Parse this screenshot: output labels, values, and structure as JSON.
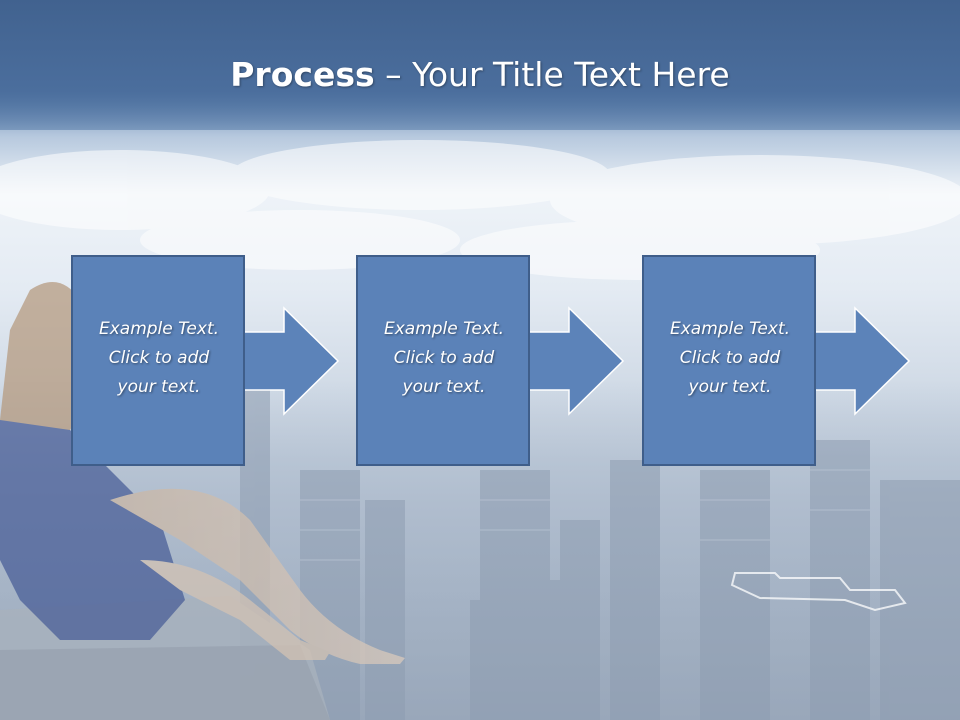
{
  "slide": {
    "title_bold": "Process",
    "title_rest": " – Your Title Text Here",
    "steps": [
      {
        "line1": "Example Text.",
        "line2": "Click  to add",
        "line3": "your text."
      },
      {
        "line1": "Example Text.",
        "line2": "Click  to add",
        "line3": "your text."
      },
      {
        "line1": "Example Text.",
        "line2": "Click  to add",
        "line3": "your text."
      }
    ]
  },
  "colors": {
    "title_band": "#41628f",
    "box_fill": "#5b82b8",
    "box_border": "#3f5e8a",
    "arrow_fill": "#5c83b9",
    "text": "#ffffff"
  },
  "icons": [
    "right-arrow-icon"
  ]
}
